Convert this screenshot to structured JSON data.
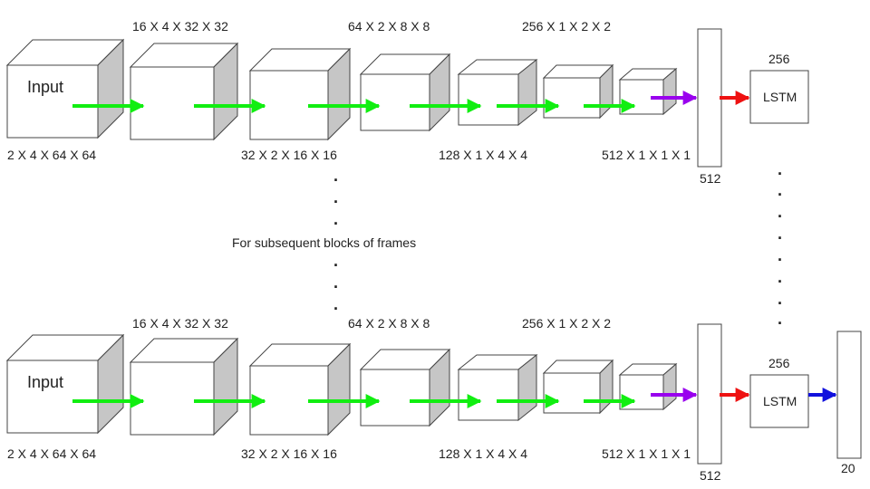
{
  "diagram": {
    "middle_note": "For subsequent blocks of frames",
    "colors": {
      "green": "#11ee11",
      "purple": "#9900ee",
      "red": "#ee1111",
      "blue": "#1111dd",
      "cube_side": "#c6c6c6",
      "stroke": "#444444"
    },
    "rows": [
      {
        "input_label": "Input",
        "layer_labels": [
          "2 X 4 X 64 X 64",
          "16 X 4 X 32 X 32",
          "32 X 2 X 16 X 16",
          "64 X 2 X 8 X 8",
          "128 X 1 X 4 X 4",
          "256 X 1 X 2 X 2",
          "512 X 1 X 1 X 1"
        ],
        "fc_label": "512",
        "lstm_label": "LSTM",
        "lstm_size": "256"
      },
      {
        "input_label": "Input",
        "layer_labels": [
          "2 X 4 X 64 X 64",
          "16 X 4 X 32 X 32",
          "32 X 2 X 16 X 16",
          "64 X 2 X 8 X 8",
          "128 X 1 X 4 X 4",
          "256 X 1 X 2 X 2",
          "512 X 1 X 1 X 1"
        ],
        "fc_label": "512",
        "lstm_label": "LSTM",
        "lstm_size": "256"
      }
    ],
    "output_label": "20"
  }
}
